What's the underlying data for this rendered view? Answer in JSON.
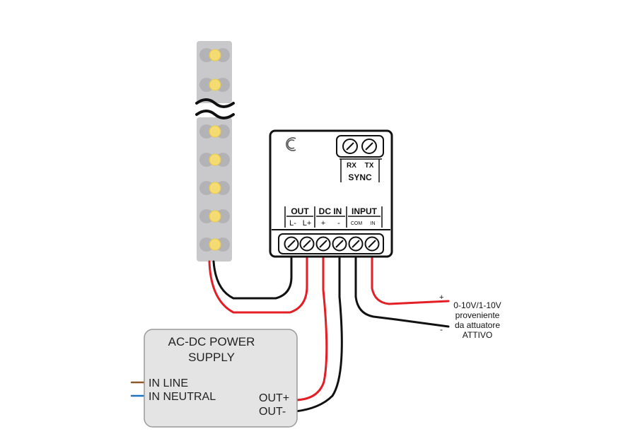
{
  "led_strip": {
    "break_symbol": "≈",
    "led_color": "#f5dc72",
    "strip_color": "#c9c9cb"
  },
  "controller": {
    "logo_glyph": "C",
    "sync": {
      "rx": "RX",
      "tx": "TX",
      "label": "SYNC"
    },
    "groups": {
      "out": {
        "title": "OUT",
        "pins": [
          "L-",
          "L+"
        ]
      },
      "dc_in": {
        "title": "DC IN",
        "pins": [
          "+",
          "-"
        ]
      },
      "input": {
        "title": "INPUT",
        "pins": [
          "COM",
          "IN"
        ]
      }
    }
  },
  "power_supply": {
    "title_line1": "AC-DC POWER",
    "title_line2": "SUPPLY",
    "in_line": "IN LINE",
    "in_neutral": "IN NEUTRAL",
    "out_plus": "OUT+",
    "out_minus": "OUT-"
  },
  "signal": {
    "plus": "+",
    "minus": "-",
    "line1": "0-10V/1-10V",
    "line2": "proveniente",
    "line3": "da attuatore",
    "line4": "ATTIVO"
  },
  "wire_colors": {
    "red": "#e31e24",
    "black": "#111111",
    "brown": "#8b5a2b",
    "blue": "#1e73be"
  }
}
